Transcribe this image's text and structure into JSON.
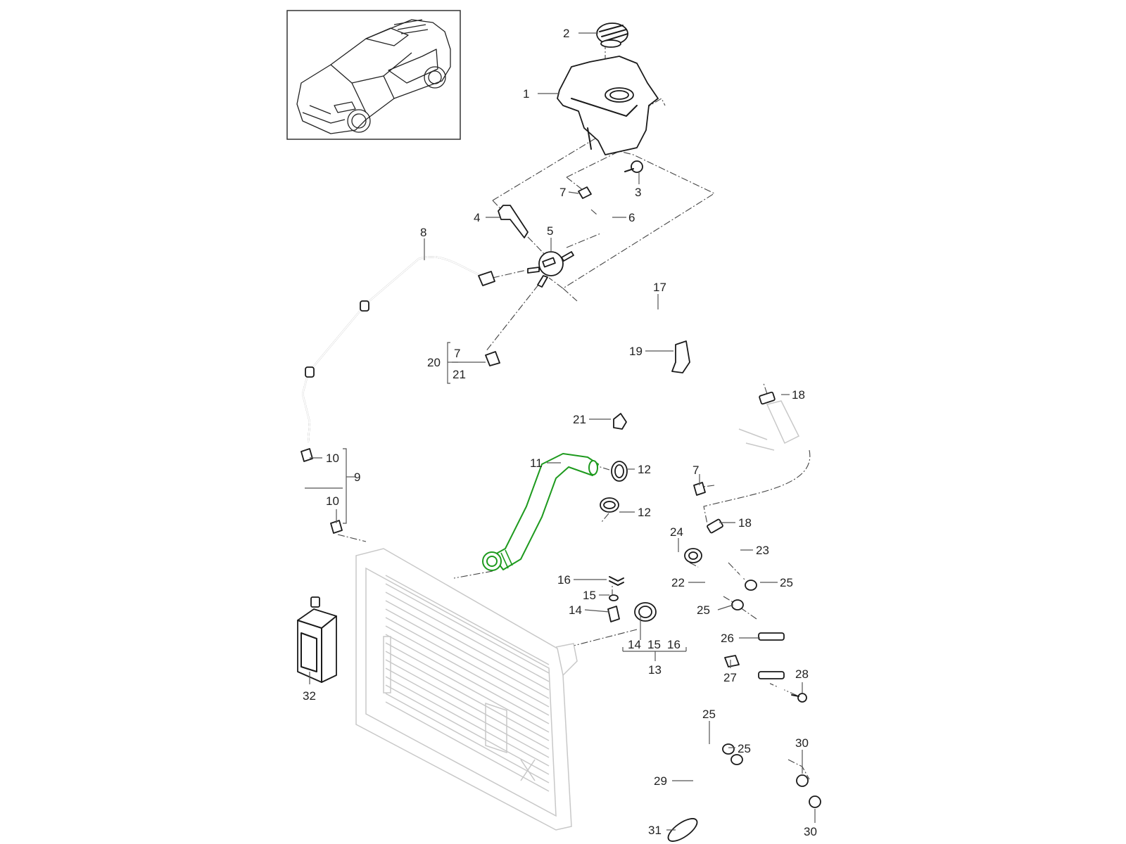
{
  "diagram": {
    "title": "Coolant system exploded parts diagram",
    "highlight_color": "#1e9a1e",
    "line_color": "#1a1a1a",
    "ghost_color": "#c8c8c8",
    "thumbnail": {
      "subject": "vehicle-overview",
      "icon": "suv-car-icon"
    },
    "highlighted_part": "11",
    "callouts": {
      "c1": "1",
      "c2": "2",
      "c3": "3",
      "c4": "4",
      "c5": "5",
      "c6": "6",
      "c7a": "7",
      "c7b": "7",
      "c8": "8",
      "c9": "9",
      "c10a": "10",
      "c10b": "10",
      "c11": "11",
      "c12a": "12",
      "c12b": "12",
      "c13": "13",
      "c14a": "14",
      "c14b": "14",
      "c15a": "15",
      "c15b": "15",
      "c16a": "16",
      "c16b": "16",
      "c17": "17",
      "c18a": "18",
      "c18b": "18",
      "c19": "19",
      "c20": "20",
      "c20_7": "7",
      "c20_21": "21",
      "c21": "21",
      "c22": "22",
      "c23": "23",
      "c24": "24",
      "c25a": "25",
      "c25b": "25",
      "c25c": "25",
      "c25d": "25",
      "c26": "26",
      "c27": "27",
      "c28": "28",
      "c29": "29",
      "c30a": "30",
      "c30b": "30",
      "c31": "31",
      "c32": "32"
    },
    "parts": [
      {
        "id": "1",
        "name": "coolant-expansion-tank"
      },
      {
        "id": "2",
        "name": "tank-cap"
      },
      {
        "id": "3",
        "name": "screw"
      },
      {
        "id": "4",
        "name": "bracket"
      },
      {
        "id": "5",
        "name": "distributor-piece"
      },
      {
        "id": "6",
        "name": "elbow-hose"
      },
      {
        "id": "7",
        "name": "clip"
      },
      {
        "id": "8",
        "name": "vent-line"
      },
      {
        "id": "9",
        "name": "hose-assembly",
        "includes": [
          "10"
        ]
      },
      {
        "id": "10",
        "name": "clip"
      },
      {
        "id": "11",
        "name": "radiator-upper-hose"
      },
      {
        "id": "12",
        "name": "hose-clamp"
      },
      {
        "id": "13",
        "name": "hose-assembly",
        "includes": [
          "14",
          "15",
          "16"
        ]
      },
      {
        "id": "14",
        "name": "temperature-sensor"
      },
      {
        "id": "15",
        "name": "o-ring"
      },
      {
        "id": "16",
        "name": "retaining-clip"
      },
      {
        "id": "17",
        "name": "vent-hose"
      },
      {
        "id": "18",
        "name": "clamp"
      },
      {
        "id": "19",
        "name": "holder"
      },
      {
        "id": "20",
        "name": "vent-line-assembly",
        "includes": [
          "7",
          "21"
        ]
      },
      {
        "id": "21",
        "name": "holder"
      },
      {
        "id": "22",
        "name": "hose"
      },
      {
        "id": "23",
        "name": "hose"
      },
      {
        "id": "24",
        "name": "clamp"
      },
      {
        "id": "25",
        "name": "clamp"
      },
      {
        "id": "26",
        "name": "coolant-pipe"
      },
      {
        "id": "27",
        "name": "holder"
      },
      {
        "id": "28",
        "name": "screw"
      },
      {
        "id": "29",
        "name": "coolant-hose"
      },
      {
        "id": "30",
        "name": "clamp"
      },
      {
        "id": "31",
        "name": "cable-tie"
      },
      {
        "id": "32",
        "name": "coolant-bottle"
      }
    ]
  }
}
